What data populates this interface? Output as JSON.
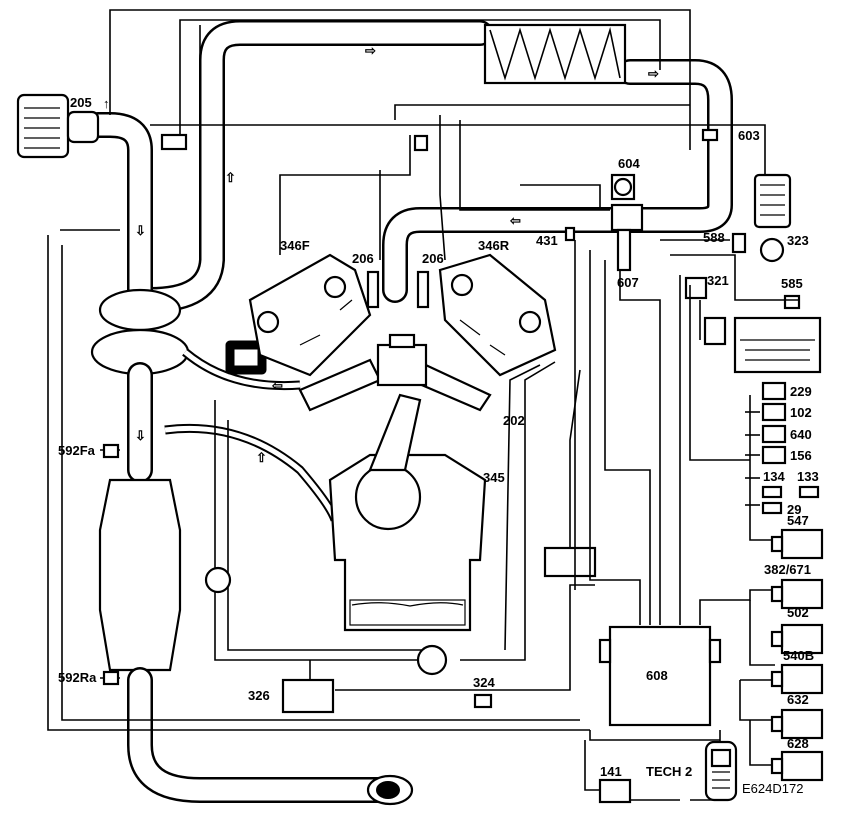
{
  "diagram": {
    "ref_code": "E624D172",
    "tool_label": "TECH 2",
    "labels": {
      "l205": "205",
      "l603": "603",
      "l604": "604",
      "l346F": "346F",
      "l206a": "206",
      "l206b": "206",
      "l346R": "346R",
      "l431": "431",
      "l588": "588",
      "l323": "323",
      "l321": "321",
      "l607": "607",
      "l585": "585",
      "l229": "229",
      "l102": "102",
      "l640": "640",
      "l156": "156",
      "l202": "202",
      "l134": "134",
      "l133": "133",
      "l29": "29",
      "l345": "345",
      "l592Fa": "592Fa",
      "l547": "547",
      "l382": "382/671",
      "l502": "502",
      "l540B": "540B",
      "l592Ra": "592Ra",
      "l326": "326",
      "l324": "324",
      "l608": "608",
      "l632": "632",
      "l628": "628",
      "l141": "141"
    }
  }
}
